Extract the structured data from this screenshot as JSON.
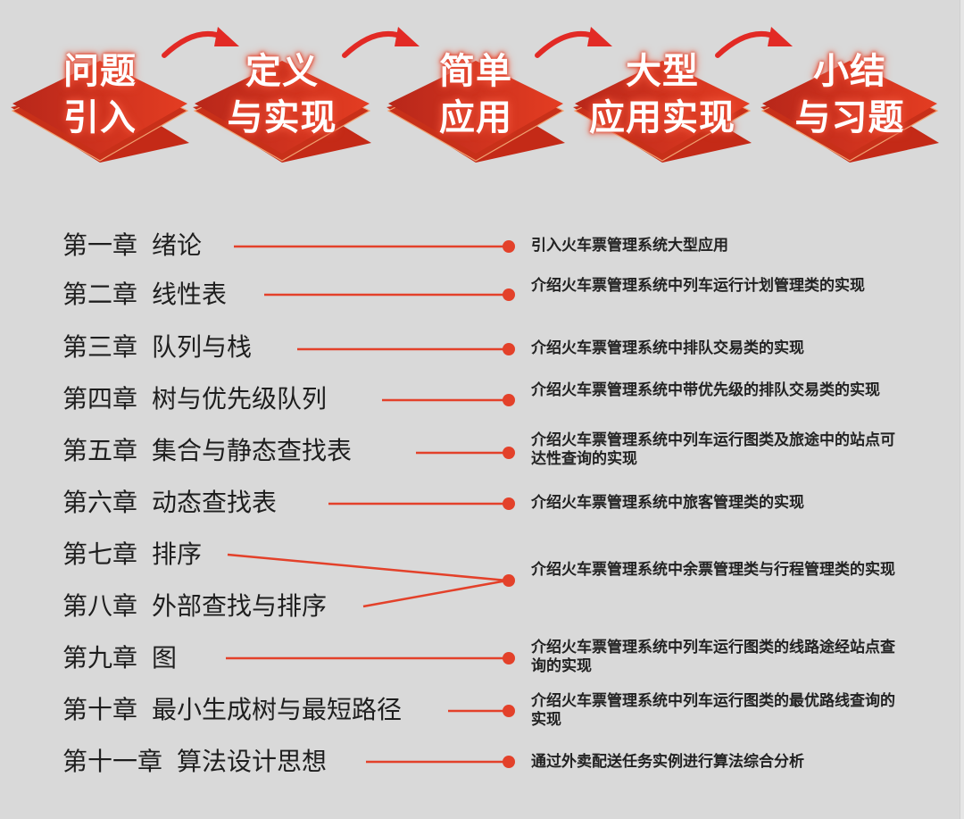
{
  "flow": {
    "steps": [
      {
        "line1": "问题",
        "line2": "引入"
      },
      {
        "line1": "定义",
        "line2": "与实现"
      },
      {
        "line1": "简单",
        "line2": "应用"
      },
      {
        "line1": "大型",
        "line2": "应用实现"
      },
      {
        "line1": "小结",
        "line2": "与习题"
      }
    ],
    "arrow_icon": "curved-arrow-right"
  },
  "chapters": [
    {
      "num": "第一章",
      "title": "绪论",
      "desc": "引入火车票管理系统大型应用"
    },
    {
      "num": "第二章",
      "title": "线性表",
      "desc": "介绍火车票管理系统中列车运行计划管理类的实现"
    },
    {
      "num": "第三章",
      "title": "队列与栈",
      "desc": "介绍火车票管理系统中排队交易类的实现"
    },
    {
      "num": "第四章",
      "title": "树与优先级队列",
      "desc": "介绍火车票管理系统中带优先级的排队交易类的实现"
    },
    {
      "num": "第五章",
      "title": "集合与静态查找表",
      "desc": "介绍火车票管理系统中列车运行图类及旅途中的站点可达性查询的实现"
    },
    {
      "num": "第六章",
      "title": "动态查找表",
      "desc": "介绍火车票管理系统中旅客管理类的实现"
    },
    {
      "num": "第七章",
      "title": "排序",
      "desc": "介绍火车票管理系统中余票管理类与行程管理类的实现"
    },
    {
      "num": "第八章",
      "title": "外部查找与排序",
      "desc": ""
    },
    {
      "num": "第九章",
      "title": "图",
      "desc": "介绍火车票管理系统中列车运行图类的线路途经站点查询的实现"
    },
    {
      "num": "第十章",
      "title": "最小生成树与最短路径",
      "desc": "介绍火车票管理系统中列车运行图类的最优路线查询的实现"
    },
    {
      "num": "第十一章",
      "title": "算法设计思想",
      "desc": "通过外卖配送任务实例进行算法综合分析"
    }
  ],
  "colors": {
    "background": "#d9d9d9",
    "accent_red": "#e3412a",
    "diamond_top": "#d4321d",
    "diamond_base": "#c42a17",
    "text_dark": "#1e1e1e"
  }
}
